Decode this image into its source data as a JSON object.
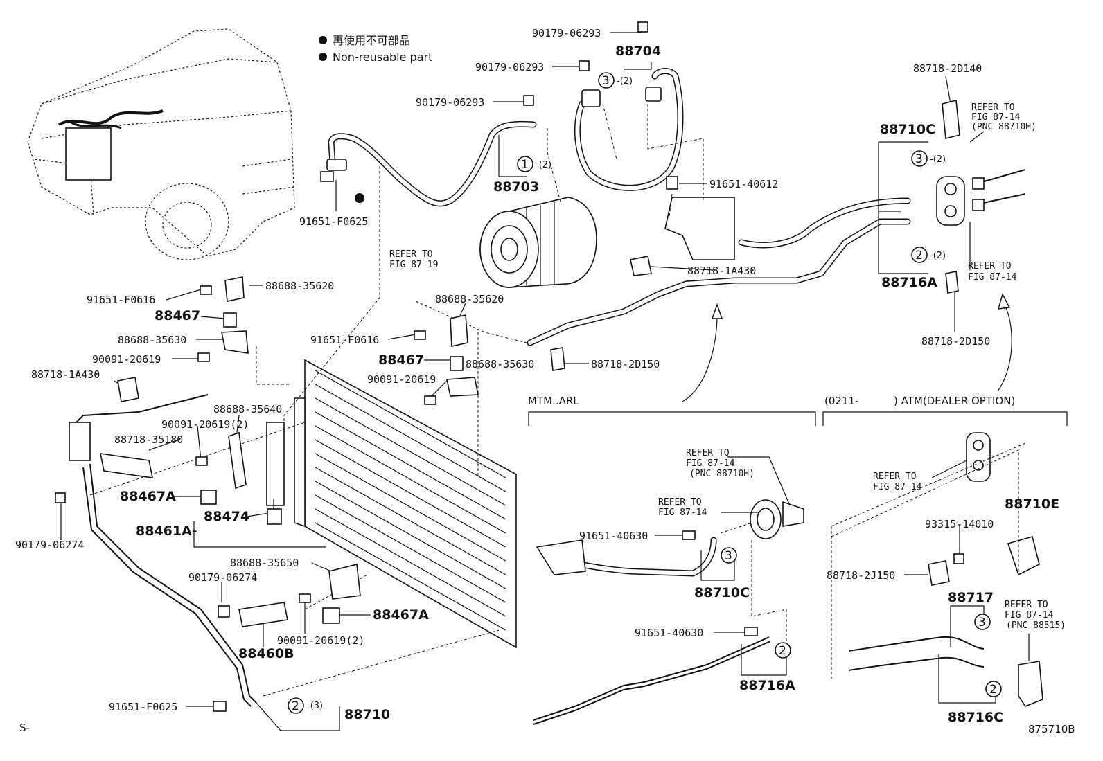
{
  "legend": {
    "line1": "再使用不可部品",
    "line2": "Non-reusable part"
  },
  "labels": {
    "p_90179_06293_a": "90179-06293",
    "p_88704": "88704",
    "p_90179_06293_b": "90179-06293",
    "p_90179_06293_c": "90179-06293",
    "p_88703": "88703",
    "p_91651_F0625_a": "91651-F0625",
    "p_91651_40612": "91651-40612",
    "p_88718_1A430_a": "88718-1A430",
    "p_88718_2D140": "88718-2D140",
    "p_88710C_a": "88710C",
    "p_88716A_a": "88716A",
    "p_88718_2D150_a": "88718-2D150",
    "p_91651_F0616_a": "91651-F0616",
    "p_88688_35620_a": "88688-35620",
    "p_88467_a": "88467",
    "p_88688_35630_a": "88688-35630",
    "p_90091_20619_a": "90091-20619",
    "p_88718_1A430_b": "88718-1A430",
    "p_88688_35620_b": "88688-35620",
    "p_91651_F0616_b": "91651-F0616",
    "p_88467_b": "88467",
    "p_88688_35630_b": "88688-35630",
    "p_88718_2D150_b": "88718-2D150",
    "p_90091_20619_b": "90091-20619",
    "p_88688_35640": "88688-35640",
    "p_90091_20619_2a": "90091-20619(2)",
    "p_88718_35180": "88718-35180",
    "p_88467A_a": "88467A",
    "p_88474": "88474",
    "p_88461A": "88461A-",
    "p_90179_06274_a": "90179-06274",
    "p_88688_35650": "88688-35650",
    "p_90179_06274_b": "90179-06274",
    "p_88467A_b": "88467A",
    "p_88460B": "88460B",
    "p_90091_20619_2b": "90091-20619(2)",
    "p_91651_F0625_b": "91651-F0625",
    "p_88710": "88710",
    "p_91651_40630_a": "91651-40630",
    "p_88710C_b": "88710C",
    "p_91651_40630_b": "91651-40630",
    "p_88716A_b": "88716A",
    "p_93315_14010": "93315-14010",
    "p_88718_2J150": "88718-2J150",
    "p_88710E": "88710E",
    "p_88717": "88717",
    "p_88716C": "88716C"
  },
  "refer": {
    "r1_l1": "REFER TO",
    "r1_l2": "FIG 87-14",
    "r1_l3": "(PNC 88710H)",
    "r2_l1": "REFER TO",
    "r2_l2": "FIG 87-14",
    "r3_l1": "REFER TO",
    "r3_l2": "FIG 87-19",
    "r4_l1": "REFER TO",
    "r4_l2": "FIG 87-14",
    "r4_l3": "(PNC 88710H)",
    "r5_l1": "REFER TO",
    "r5_l2": "FIG 87-14",
    "r6_l1": "REFER TO",
    "r6_l2": "FIG 87-14",
    "r7_l1": "REFER TO",
    "r7_l2": "FIG 87-14",
    "r7_l3": "(PNC 88515)"
  },
  "callouts": {
    "c1": "1",
    "c1q": "-(2)",
    "c3a": "3",
    "c3aq": "-(2)",
    "c3b": "3",
    "c3bq": "-(2)",
    "c2a": "2",
    "c2aq": "-(2)",
    "c2b": "2",
    "c2bq": "-(3)",
    "c3c": "3",
    "c2c": "2",
    "c3d": "3",
    "c2d": "2"
  },
  "sections": {
    "left": "MTM..ARL",
    "right_from": "(0211-",
    "right_desc": ") ATM(DEALER OPTION)"
  },
  "footer": {
    "left": "S-",
    "code": "875710B"
  }
}
